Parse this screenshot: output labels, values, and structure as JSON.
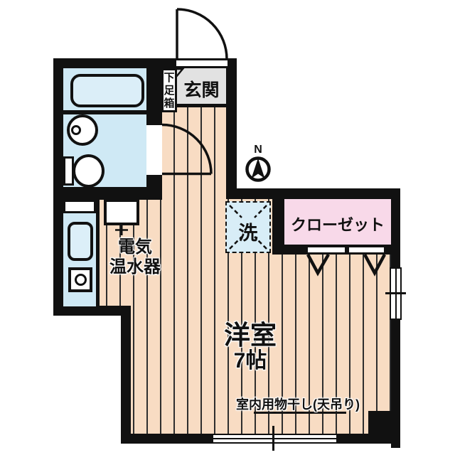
{
  "plan": {
    "compass": {
      "north_label": "N"
    },
    "rooms": {
      "entrance": {
        "label": "玄関"
      },
      "shoe_box": {
        "label": "下足箱"
      },
      "water_heater": {
        "label_line1": "電気",
        "label_line2": "温水器"
      },
      "washing_machine": {
        "label": "洗"
      },
      "closet": {
        "label": "クローゼット"
      },
      "main_room": {
        "name": "洋室",
        "size": "7帖"
      },
      "drying_note": "室内用物干し(天吊り)"
    },
    "colors": {
      "wall": "#111111",
      "flooring": "#f8dcc3",
      "flooring_stripe": "#2e2e2e",
      "water_area_blue": "#cfe9f5",
      "entrance_gray": "#e2e2e2",
      "closet_pink": "#f8d9e9",
      "background": "#ffffff"
    }
  }
}
